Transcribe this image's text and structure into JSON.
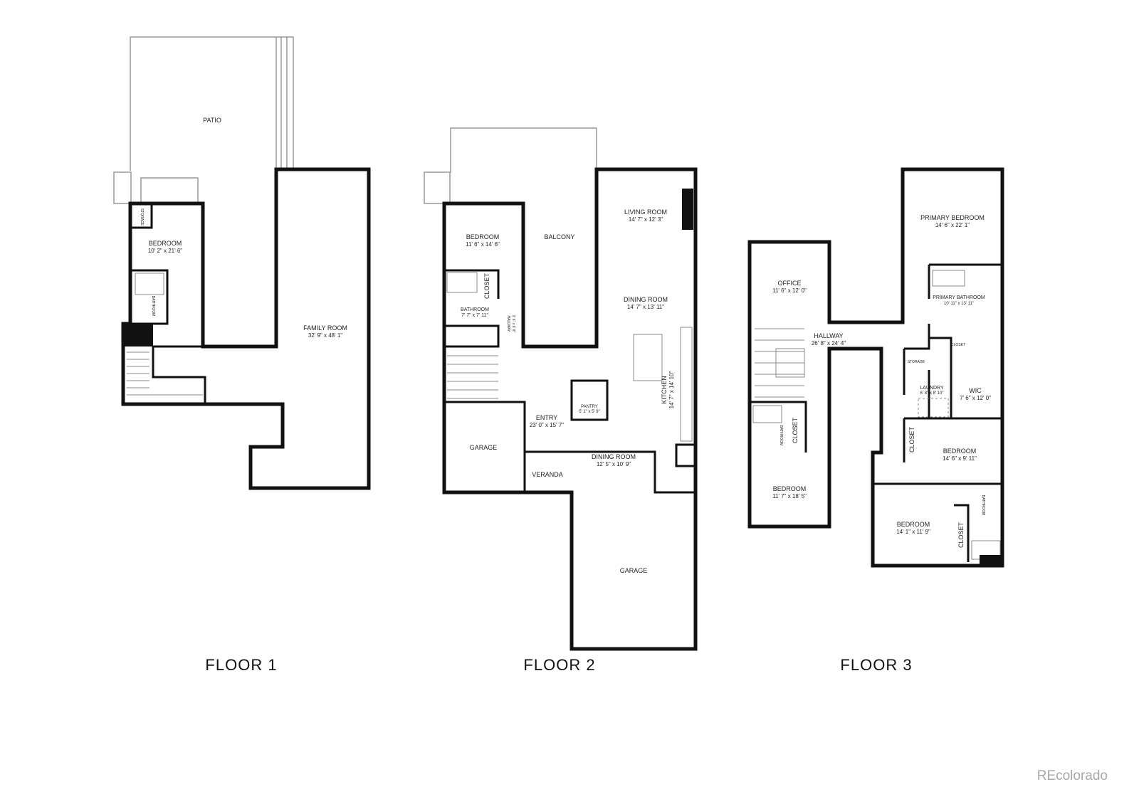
{
  "floors": [
    {
      "label": "FLOOR 1",
      "rooms": [
        {
          "name": "PATIO",
          "dims": ""
        },
        {
          "name": "BEDROOM",
          "dims": "10' 2\" x 21' 6\""
        },
        {
          "name": "STORAGE",
          "dims": ""
        },
        {
          "name": "BATHROOM",
          "dims": ""
        },
        {
          "name": "FAMILY ROOM",
          "dims": "32' 9\" x 48' 1\""
        }
      ]
    },
    {
      "label": "FLOOR 2",
      "rooms": [
        {
          "name": "BEDROOM",
          "dims": "11' 6\" x 14' 6\""
        },
        {
          "name": "BALCONY",
          "dims": ""
        },
        {
          "name": "LIVING ROOM",
          "dims": "14' 7\" x 12' 3\""
        },
        {
          "name": "DINING ROOM",
          "dims": "14' 7\" x 13' 11\""
        },
        {
          "name": "CLOSET",
          "dims": ""
        },
        {
          "name": "BATHROOM",
          "dims": "7' 7\" x 7' 11\""
        },
        {
          "name": "HALLWAY",
          "dims": "3' 6\" x 6' 8\""
        },
        {
          "name": "KITCHEN",
          "dims": "14' 7\" x 14' 10\""
        },
        {
          "name": "PANTRY",
          "dims": "5' 1\" x 5' 9\""
        },
        {
          "name": "ENTRY",
          "dims": "23' 0\" x 15' 7\""
        },
        {
          "name": "GARAGE",
          "dims": ""
        },
        {
          "name": "VERANDA",
          "dims": ""
        },
        {
          "name": "DINING ROOM",
          "dims": "12' 5\" x 10' 9\""
        },
        {
          "name": "GARAGE",
          "dims": ""
        }
      ]
    },
    {
      "label": "FLOOR 3",
      "rooms": [
        {
          "name": "PRIMARY BEDROOM",
          "dims": "14' 6\" x 22' 1\""
        },
        {
          "name": "OFFICE",
          "dims": "11' 6\" x 12' 0\""
        },
        {
          "name": "PRIMARY BATHROOM",
          "dims": "10' 11\" x 13' 11\""
        },
        {
          "name": "HALLWAY",
          "dims": "26' 8\" x 24' 4\""
        },
        {
          "name": "CLOSET",
          "dims": ""
        },
        {
          "name": "STORAGE",
          "dims": ""
        },
        {
          "name": "LAUNDRY",
          "dims": "6' 8\" x 8' 10\""
        },
        {
          "name": "WIC",
          "dims": "7' 6\" x 12' 0\""
        },
        {
          "name": "CLOSET",
          "dims": ""
        },
        {
          "name": "BATHROOM",
          "dims": ""
        },
        {
          "name": "CLOSET",
          "dims": ""
        },
        {
          "name": "BEDROOM",
          "dims": "14' 6\" x 9' 11\""
        },
        {
          "name": "BEDROOM",
          "dims": "11' 7\" x 18' 5\""
        },
        {
          "name": "BEDROOM",
          "dims": "14' 1\" x 11' 9\""
        },
        {
          "name": "CLOSET",
          "dims": ""
        },
        {
          "name": "BATHROOM",
          "dims": ""
        }
      ]
    }
  ],
  "watermark": "REcolorado"
}
